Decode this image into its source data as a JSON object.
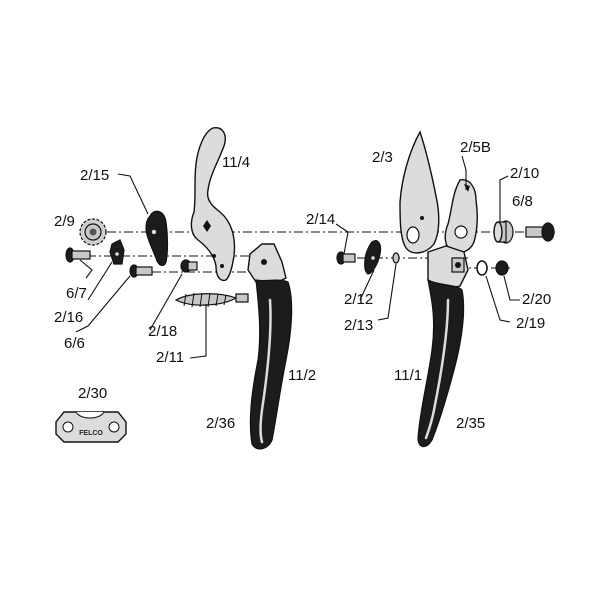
{
  "labels": {
    "p2_15": "2/15",
    "p11_4": "11/4",
    "p2_9": "2/9",
    "p6_7": "6/7",
    "p2_16": "2/16",
    "p6_6": "6/6",
    "p2_18": "2/18",
    "p2_11": "2/11",
    "p11_2": "11/2",
    "p2_36": "2/36",
    "p2_30": "2/30",
    "p2_3": "2/3",
    "p2_5B": "2/5B",
    "p2_10": "2/10",
    "p6_8": "6/8",
    "p2_14": "2/14",
    "p2_12": "2/12",
    "p2_13": "2/13",
    "p2_20": "2/20",
    "p2_19": "2/19",
    "p11_1": "11/1",
    "p2_35": "2/35"
  },
  "plate_text": "FELCO",
  "colors": {
    "ink": "#111111",
    "metal": "#dcdcdc",
    "grip": "#1c1c1c"
  }
}
